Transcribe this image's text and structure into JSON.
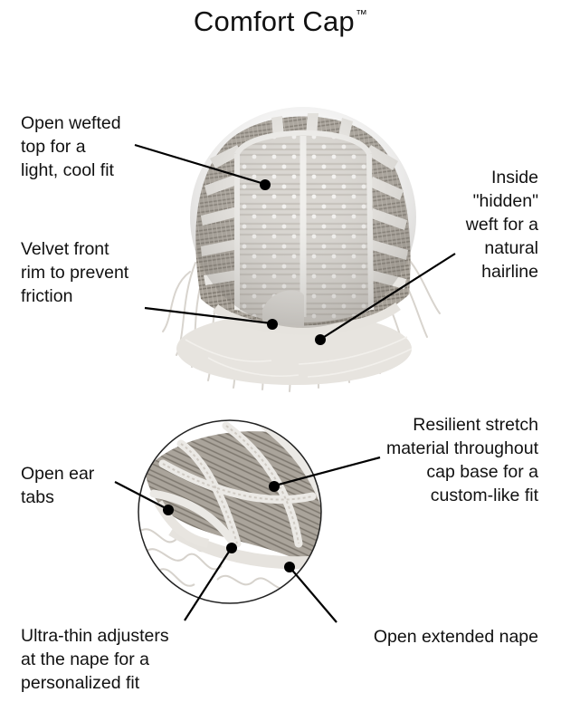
{
  "title": {
    "text": "Comfort Cap",
    "mark": "™"
  },
  "labels": {
    "open_wefted_top": "Open wefted\ntop for a\nlight, cool fit",
    "inside_hidden_weft": "Inside\n\"hidden\"\nweft for a\nnatural\nhairline",
    "velvet_front_rim": "Velvet front\nrim to prevent\nfriction",
    "resilient_stretch": "Resilient stretch\nmaterial throughout\ncap base for a\ncustom-like fit",
    "open_ear_tabs": "Open ear\ntabs",
    "ultra_thin_adjusters": "Ultra-thin adjusters\nat the nape for a\npersonalized fit",
    "open_extended_nape": "Open extended nape"
  },
  "colors": {
    "text": "#111111",
    "leader_line": "#000000",
    "hair_gray": "#9a948c",
    "lace_white": "#ecebe8",
    "lace_shadow": "#c9c5bf",
    "platinum_hair": "#e2dfda",
    "circle_outline": "#222222"
  }
}
